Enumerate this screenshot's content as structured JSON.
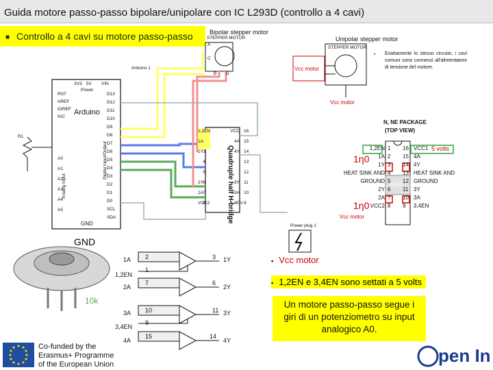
{
  "title": "Guida motore passo-passo bipolare/unipolare con IC L293D (controllo a 4 cavi)",
  "subtitle": "Controllo a 4 cavi su motore passo-passo",
  "top_diagram": {
    "bipolar_label": "Bipolar stepper motor",
    "unipolar_label": "Unipolar stepper motor",
    "stepper_motor_label": "STEPPER MOTOR",
    "vcc_motor_inner": "Vcc motor",
    "vcc_motor_bottom": "Vcc motor",
    "arduino_label": "Arduino 1",
    "note": "Esattamente lo stesso circuito, i cavi comuni sono connessi all'alimentatore di tensione del motore.",
    "bullet_dot": "•",
    "coil_pins": [
      "A",
      "B",
      "C",
      "D"
    ]
  },
  "arduino": {
    "name": "Arduino",
    "pins_left": [
      "RST",
      "AREF",
      "IOREF",
      "N/C",
      "A0",
      "A1",
      "A2",
      "A3",
      "A4",
      "A5"
    ],
    "power_labels": [
      "3V3",
      "5V",
      "VIN"
    ],
    "power_word": "Power",
    "pins_right": [
      "D13",
      "D12",
      "D11",
      "D10",
      "D9",
      "D8",
      "D7",
      "D6",
      "D5",
      "D4",
      "D3",
      "D2",
      "D1",
      "D0",
      "SCL",
      "SDA"
    ],
    "analog_word": "Analog Input",
    "digital_word": "Digital Input/Output",
    "gnd_inner": "GND",
    "r1": "R1"
  },
  "l293": {
    "chip_label": "Quadruple half H-bridge",
    "left_labels": [
      "1,2EN",
      "1A",
      "1Y",
      "",
      "",
      "2Y",
      "2A",
      "VCC2"
    ],
    "left_pins": [
      "1",
      "2",
      "3",
      "4",
      "5",
      "6",
      "7",
      "8"
    ],
    "right_labels": [
      "VCC",
      "4A",
      "4Y",
      "",
      "",
      "3Y",
      "3A",
      "3,4EN"
    ],
    "right_pins": [
      "16",
      "15",
      "14",
      "13",
      "12",
      "11",
      "10",
      "9"
    ],
    "power_plug": "Power plug 1"
  },
  "package": {
    "title_line1": "N, NE PACKAGE",
    "title_line2": "(TOP VIEW)",
    "left": [
      "1,2EN",
      "1A",
      "1Y",
      "HEAT SINK AND",
      "GROUND",
      "2Y",
      "2A",
      "VCC2"
    ],
    "left_pins": [
      "1",
      "2",
      "3",
      "4",
      "5",
      "6",
      "7",
      "8"
    ],
    "right": [
      "VCC1",
      "4A",
      "4Y",
      "HEAT SINK AND",
      "GROUND",
      "3Y",
      "3A",
      "3,4EN"
    ],
    "right_pins": [
      "16",
      "15",
      "14",
      "13",
      "12",
      "11",
      "10",
      "9"
    ],
    "annot_1n0_top": "1η0",
    "annot_1n0_bottom": "1η0",
    "annot_5volts": "5 volts",
    "annot_gnd": "GND",
    "annot_vcc_motor": "Vcc motor"
  },
  "gnd_label": "GND",
  "buffer": {
    "left_labels": [
      "1A",
      "1,2EN",
      "2A",
      "3A",
      "3,4EN",
      "4A"
    ],
    "right_labels": [
      "1Y",
      "2Y",
      "3Y",
      "4Y"
    ],
    "pins": [
      "2",
      "3",
      "1",
      "7",
      "6",
      "10",
      "11",
      "9",
      "15",
      "14"
    ]
  },
  "pot_label": "10k",
  "bullets": [
    {
      "prefix": "▪",
      "text": "Vcc motor"
    },
    {
      "prefix": "▪",
      "text": "1,2EN e 3,4EN sono settati a 5 volts"
    }
  ],
  "info_box": "Un motore passo-passo segue i giri di un potenziometro su input analogico A0.",
  "footer": {
    "eu_lines": [
      "Co-funded by the",
      "Erasmus+ Programme",
      "of the European Union"
    ],
    "logo": "pen In"
  },
  "colors": {
    "yellow": "#ffff00",
    "red_wire": "#e0403a",
    "blue_wire": "#3a5bd9",
    "green_wire": "#2aa83a",
    "pink_wire": "#f2a0a0",
    "gray_wire": "#8aa0b0"
  }
}
